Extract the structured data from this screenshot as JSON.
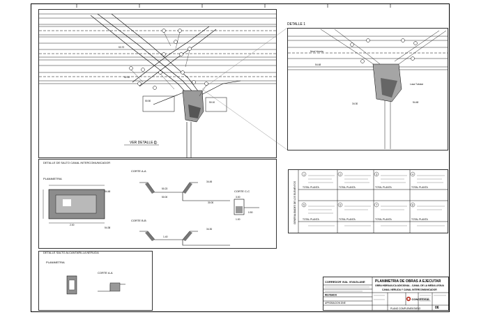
{
  "views": {
    "main_label": "VER DETALLE 1",
    "detail1_title": "DETALLE 1",
    "salto_title": "DETALLE DE SALTO CANAL INTERCOMUNICADOR",
    "alcantarilla_title": "DETALLE SALTO ALCANTARILLA NERLIDA",
    "planimetria": "PLANIMETRIA",
    "corte_aa": "CORTE A-A",
    "corte_bb": "CORTE B-B",
    "corte_cc": "CORTE C-C"
  },
  "dims": {
    "d1": "54.48",
    "d2": "54.38",
    "d3": "34.45",
    "d4": "34.30",
    "d5": "3.00",
    "d6": "50.23",
    "d7": "50.00",
    "d8": "2.00",
    "d9": "1.40",
    "d10": "0.50",
    "d11": "1.00",
    "d12": "30.00"
  },
  "notes": {
    "side_label": "GENERALIDADES DE LOS ELEMENTOS",
    "total_label": "TOTAL PLANTA",
    "items": [
      "1",
      "2",
      "3",
      "4",
      "5",
      "6",
      "7",
      "8"
    ]
  },
  "title_block": {
    "project": "CORREDOR VIAL VIVAGLANE",
    "main_title": "PLANIMETRIA DE OBRAS A EJECUTAR",
    "sub1": "OBRA HIDRAULICA ADICIONAL - CANAL DE LA MEDIA LEGUA",
    "sub2": "CANAL NERLIDA Y CANAL INTERCOMUNICADOR",
    "section1": "REVISADO",
    "section2": "APROBACION DNE",
    "company": "CONCESVIAL",
    "plan": "PLANO COMPLEMENTARIO",
    "sheet_no": "06"
  }
}
